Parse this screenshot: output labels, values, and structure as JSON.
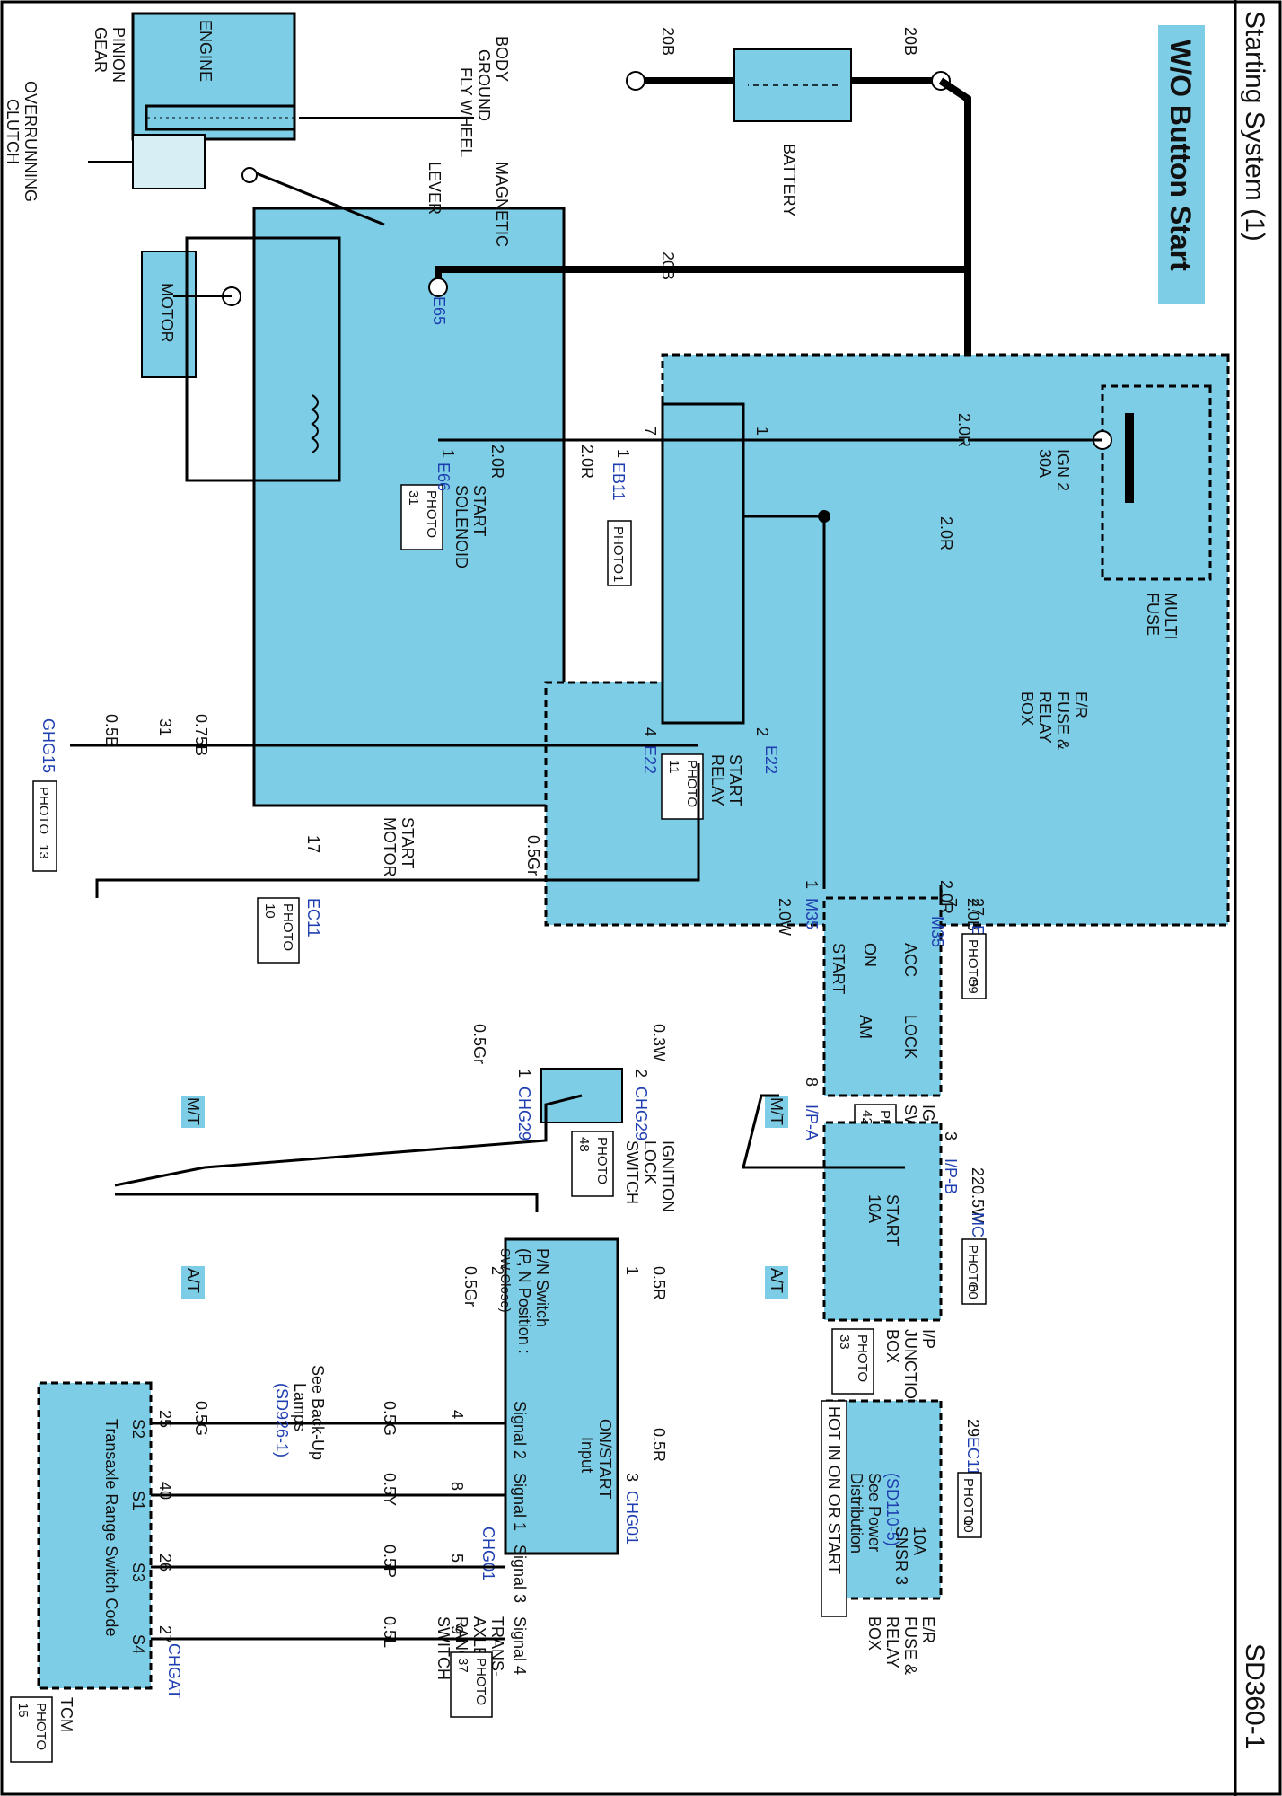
{
  "header": {
    "title": "Starting System (1)",
    "page_code": "SD360-1"
  },
  "badge": {
    "label": "W/O Button Start"
  },
  "colors": {
    "box_fill": "#7ecde6",
    "wire": "#000000",
    "connector_blue": "#1f3fb0"
  },
  "components": {
    "engine": "ENGINE",
    "pinion_gear": [
      "PINION",
      "GEAR"
    ],
    "fly_wheel": [
      "BODY",
      "GROUND",
      "FLY WHEEL"
    ],
    "overrunning_clutch": [
      "OVERRUNNING",
      "CLUTCH"
    ],
    "lever": "LEVER",
    "magnetic": "MAGNETIC",
    "motor": "MOTOR",
    "battery": "BATTERY",
    "start_solenoid": [
      "START",
      "SOLENOID"
    ],
    "start_motor": [
      "START",
      "MOTOR"
    ],
    "multi_fuse": [
      "MULTI",
      "FUSE"
    ],
    "ign2_fuse": [
      "IGN 2",
      "30A"
    ],
    "er_box": [
      "E/R",
      "FUSE &",
      "RELAY",
      "BOX"
    ],
    "start_relay": [
      "START",
      "RELAY"
    ],
    "ign_switch": [
      "IGNITION",
      "SWITCH"
    ],
    "ign_positions": [
      "START",
      "ON",
      "ACC",
      "AM",
      "LOCK"
    ],
    "ip_box": [
      "I/P",
      "JUNCTION",
      "BOX"
    ],
    "start_fuse": [
      "START",
      "10A"
    ],
    "lock_switch": [
      "IGNITION",
      "LOCK",
      "SWITCH"
    ],
    "mt": "M/T",
    "at": "A/T",
    "pn_switch": [
      "P/N Switch",
      "(P, N Position :",
      "SW Close)"
    ],
    "on_start": [
      "ON/START",
      "Input"
    ],
    "signals": [
      "Signal 2",
      "Signal 1",
      "Signal 3",
      "Signal 4"
    ],
    "trans_switch": [
      "TRANS-",
      "AXLE",
      "RANGE",
      "SWITCH"
    ],
    "backup": [
      "See Back-Up",
      "Lamps"
    ],
    "backup_ref": "(SD926-1)",
    "hot": "HOT IN ON OR START",
    "power_dist": [
      "See Power",
      "Distribution"
    ],
    "power_ref": "(SD110-5)",
    "snsr_fuse": [
      "SNSR 3",
      "10A"
    ],
    "tcm_code": "Transaxle Range Switch Code",
    "tcm_pins": [
      "S2",
      "S1",
      "S3",
      "S4"
    ],
    "tcm": "TCM"
  },
  "photos": [
    "PHOTO",
    "31",
    "1",
    "11",
    "13",
    "10",
    "42",
    "59",
    "48",
    "60",
    "37",
    "33",
    "15"
  ],
  "connectors": [
    "E65",
    "E66",
    "EB11",
    "E22",
    "GHG15",
    "EC11",
    "M35",
    "EM11",
    "CHG29",
    "I/P-A",
    "I/P-B",
    "MC12",
    "CHG01",
    "CHGAT"
  ],
  "wires": [
    "20B",
    "2.0R",
    "2.0B",
    "2.0W",
    "0.75B",
    "0.5B",
    "0.5Gr",
    "0.3W",
    "0.5W",
    "0.5R",
    "0.5G",
    "0.5Y",
    "0.5P",
    "0.5L"
  ],
  "pins": [
    "1",
    "2",
    "3",
    "4",
    "5",
    "7",
    "8",
    "9",
    "17",
    "22",
    "25",
    "26",
    "27",
    "29",
    "31",
    "40"
  ]
}
